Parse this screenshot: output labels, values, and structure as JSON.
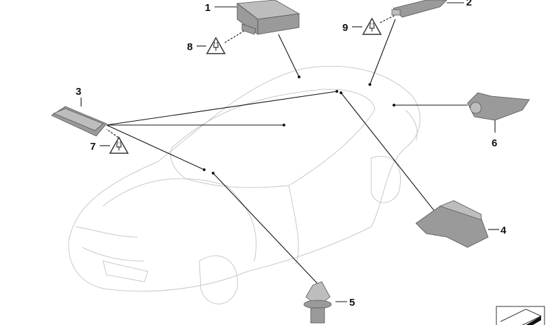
{
  "diagram": {
    "callouts": [
      {
        "id": "1",
        "label": "1",
        "part": "control-unit"
      },
      {
        "id": "2",
        "label": "2",
        "part": "antenna-rear"
      },
      {
        "id": "3",
        "label": "3",
        "part": "antenna-front"
      },
      {
        "id": "4",
        "label": "4",
        "part": "bracket"
      },
      {
        "id": "5",
        "label": "5",
        "part": "clip"
      },
      {
        "id": "6",
        "label": "6",
        "part": "holder"
      },
      {
        "id": "7",
        "label": "7",
        "part": "connector-warning"
      },
      {
        "id": "8",
        "label": "8",
        "part": "connector-warning"
      },
      {
        "id": "9",
        "label": "9",
        "part": "connector-warning"
      }
    ],
    "colors": {
      "car_outline": "#c8c8c8",
      "parts": "#9a9a9a",
      "leaders": "#111111"
    }
  }
}
